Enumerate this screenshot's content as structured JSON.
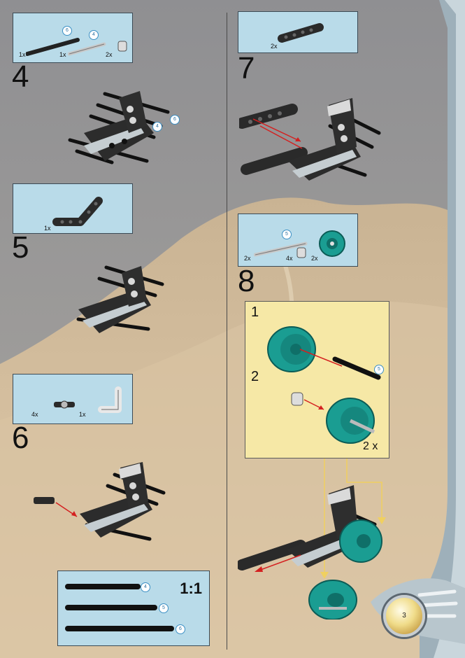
{
  "steps": {
    "s4": {
      "number": "4",
      "parts": [
        "1x",
        "1x",
        "2x"
      ],
      "callouts": [
        "6",
        "4"
      ],
      "model_callouts": [
        "6",
        "4"
      ]
    },
    "s5": {
      "number": "5",
      "parts": [
        "1x"
      ]
    },
    "s6": {
      "number": "6",
      "parts": [
        "4x",
        "1x"
      ]
    },
    "s7": {
      "number": "7",
      "parts": [
        "2x"
      ]
    },
    "s8": {
      "number": "8",
      "parts": [
        "2x",
        "4x",
        "2x"
      ],
      "callouts": [
        "5"
      ]
    }
  },
  "substep": {
    "label1": "1",
    "label2": "2",
    "callout": "5",
    "multiplier": "2 x"
  },
  "scale": {
    "title": "1:1",
    "axles": [
      "4",
      "5",
      "6"
    ]
  },
  "page": {
    "number": "3"
  },
  "colors": {
    "panel": "#b9dbe9",
    "subpanel": "#f6e8a6",
    "arrow": "#d42020",
    "teal": "#1a9d92"
  }
}
